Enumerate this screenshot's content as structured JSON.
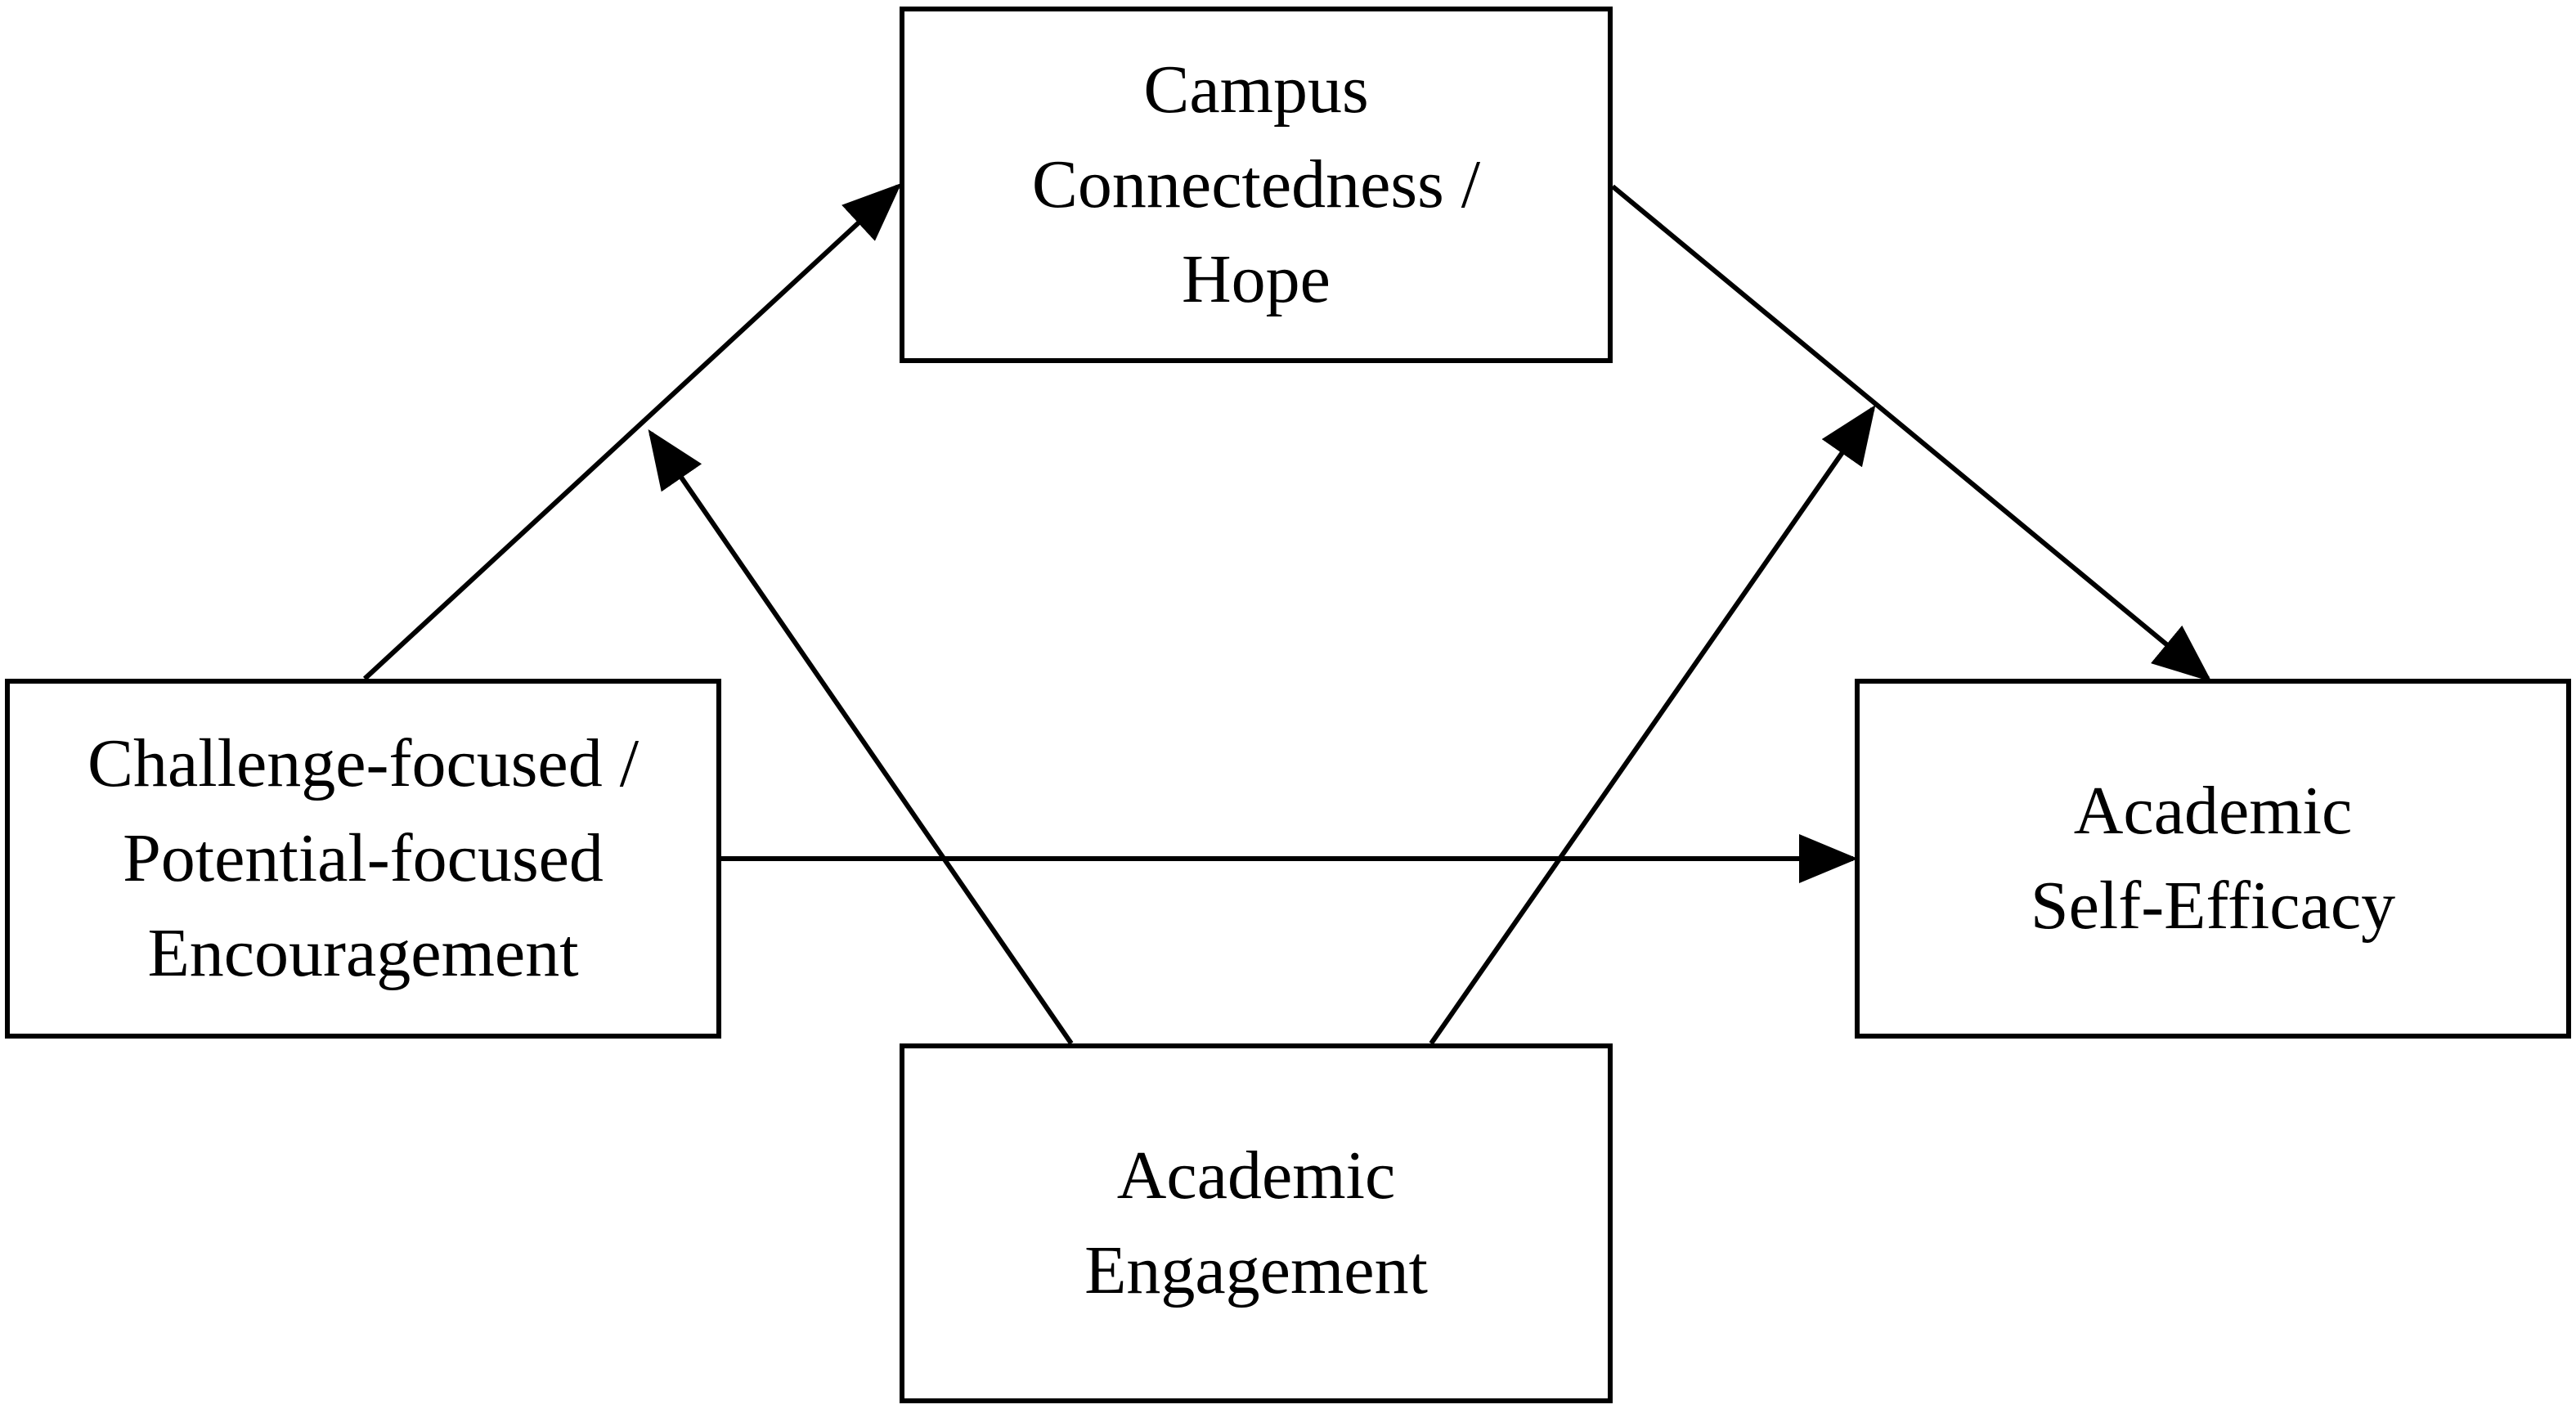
{
  "nodes": {
    "campus_connectedness_hope": {
      "lines": [
        "Campus",
        "Connectedness /",
        "Hope"
      ]
    },
    "encouragement": {
      "lines": [
        "Challenge-focused /",
        "Potential-focused",
        "Encouragement"
      ]
    },
    "academic_self_efficacy": {
      "lines": [
        "Academic",
        "Self-Efficacy"
      ]
    },
    "academic_engagement": {
      "lines": [
        "Academic",
        "Engagement"
      ]
    }
  },
  "edges": [
    {
      "from": "encouragement",
      "to": "campus_connectedness_hope",
      "kind": "direct path"
    },
    {
      "from": "campus_connectedness_hope",
      "to": "academic_self_efficacy",
      "kind": "direct path"
    },
    {
      "from": "encouragement",
      "to": "academic_self_efficacy",
      "kind": "direct path"
    },
    {
      "from": "academic_engagement",
      "to": "path encouragement → campus_connectedness_hope",
      "kind": "moderation"
    },
    {
      "from": "academic_engagement",
      "to": "path campus_connectedness_hope → academic_self_efficacy",
      "kind": "moderation"
    }
  ],
  "colors": {
    "stroke": "#000000",
    "background": "#ffffff"
  }
}
